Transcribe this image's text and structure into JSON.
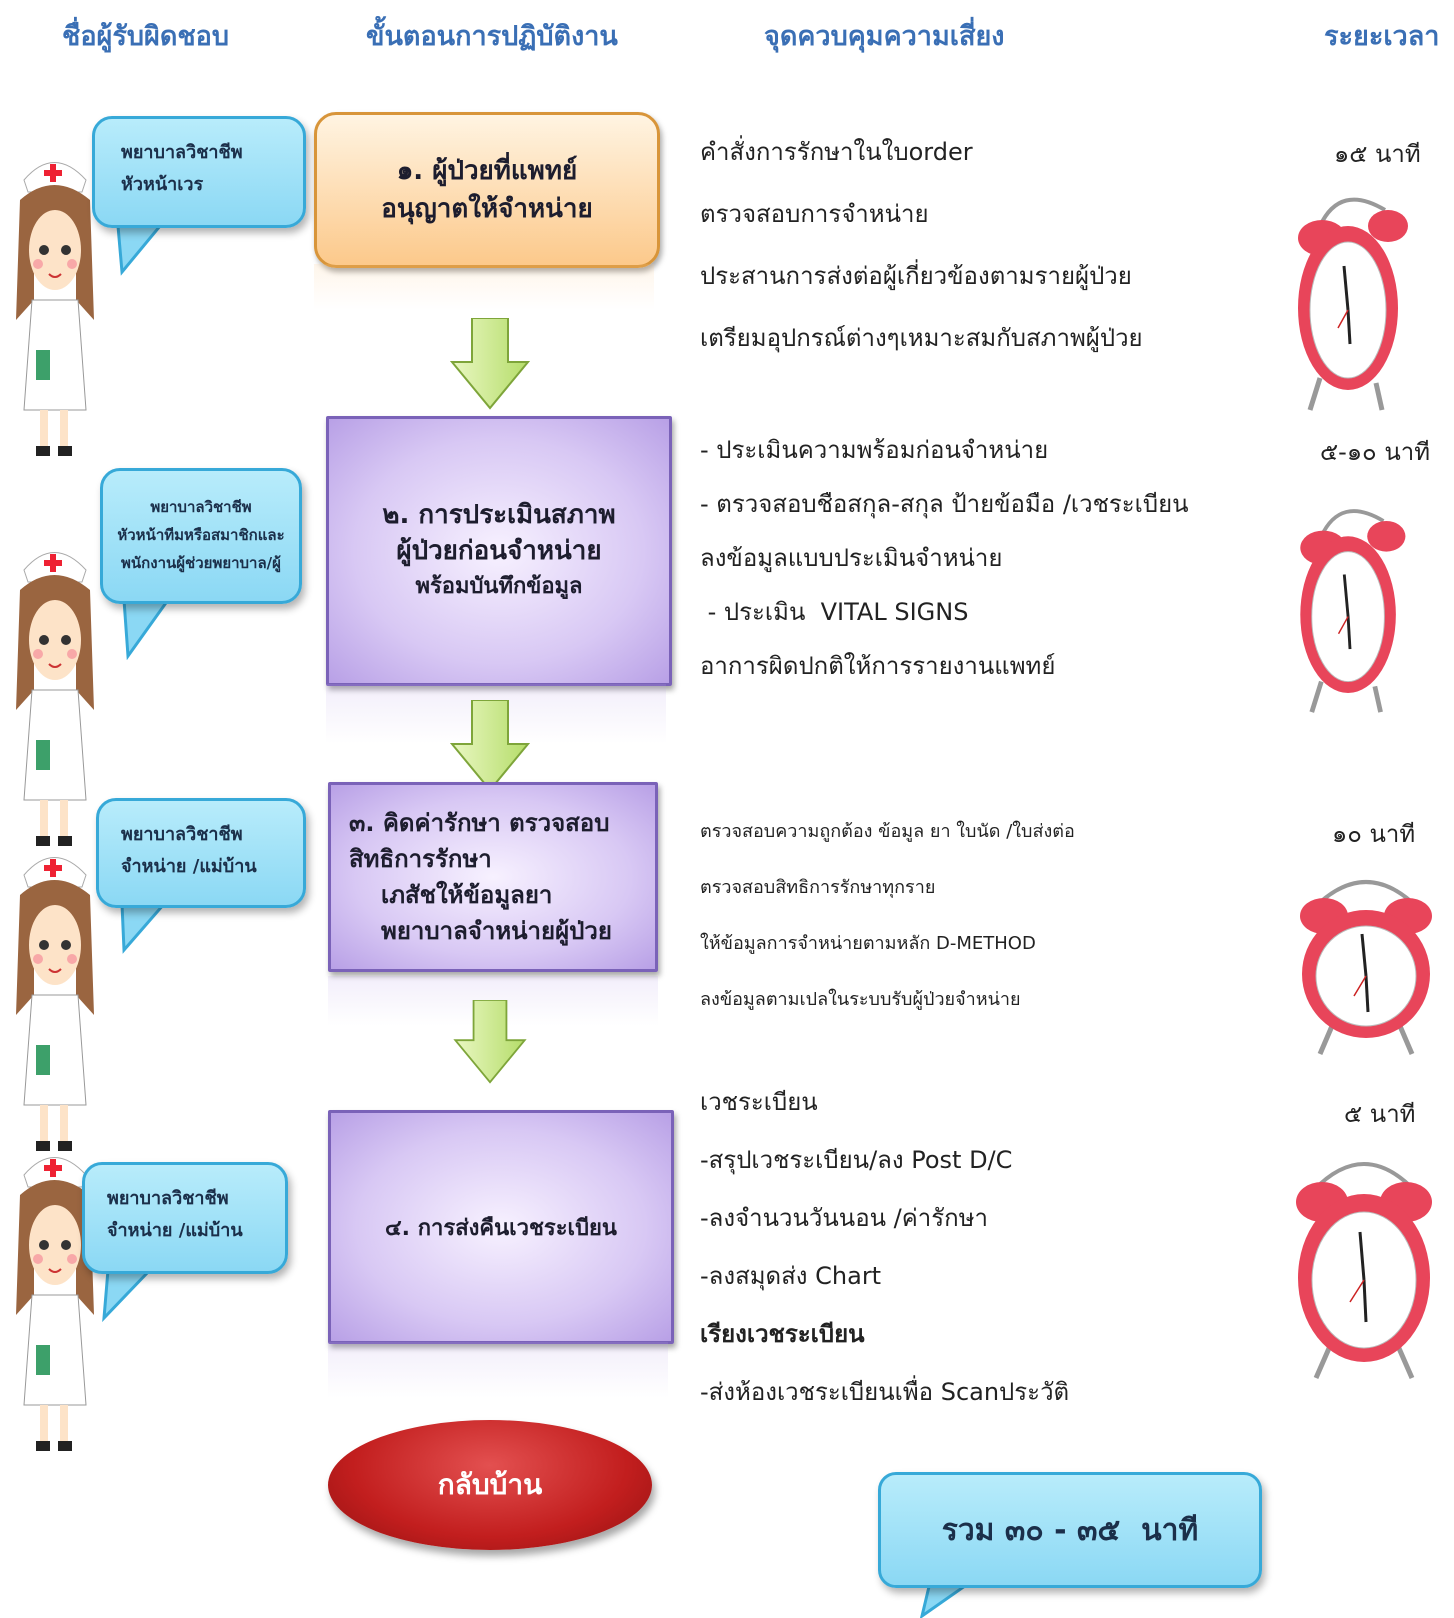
{
  "headers": {
    "responsible": "ชื่อผู้รับผิดชอบ",
    "procedure": "ขั้นตอนการปฏิบัติงาน",
    "risk_control": "จุดควบคุมความเสี่ยง",
    "duration": "ระยะเวลา"
  },
  "responsible": [
    {
      "line1": "พยาบาลวิชาชีพ",
      "line2": "หัวหน้าเวร"
    },
    {
      "line1": "พยาบาลวิชาชีพ",
      "line2": "หัวหน้าทีมหรือสมาชิกและ",
      "line3": "พนักงานผู้ช่วยพยาบาล/ผู้"
    },
    {
      "line1": "พยาบาลวิชาชีพ",
      "line2": "จำหน่าย /แม่บ้าน"
    },
    {
      "line1": "พยาบาลวิชาชีพ",
      "line2": "จำหน่าย /แม่บ้าน"
    }
  ],
  "steps": [
    {
      "line1": "๑. ผู้ป่วยที่แพทย์",
      "line2": "อนุญาตให้จำหน่าย"
    },
    {
      "line1": "๒. การประเมินสภาพ",
      "line2": "ผู้ป่วยก่อนจำหน่าย",
      "line3": "พร้อมบันทึกข้อมูล"
    },
    {
      "line1": "๓. คิดค่ารักษา ตรวจสอบ",
      "line2": "สิทธิการรักษา",
      "line3": "เภสัชให้ข้อมูลยา",
      "line4": "พยาบาลจำหน่ายผู้ป่วย"
    },
    {
      "line1": "๔. การส่งคืนเวชระเบียน"
    }
  ],
  "end_label": "กลับบ้าน",
  "controls": {
    "step1": [
      "คำสั่งการรักษาในใบorder",
      "ตรวจสอบการจำหน่าย",
      "ประสานการส่งต่อผู้เกี่ยวข้องตามรายผู้ป่วย",
      "เตรียมอุปกรณ์ต่างๆเหมาะสมกับสภาพผู้ป่วย"
    ],
    "step2": [
      "- ประเมินความพร้อมก่อนจำหน่าย",
      "- ตรวจสอบชือสกุล-สกุล ป้ายข้อมือ /เวชระเบียน",
      "ลงข้อมูลแบบประเมินจำหน่าย",
      " - ประเมิน  VITAL SIGNS",
      "อาการผิดปกติให้การรายงานแพทย์"
    ],
    "step3": [
      "ตรวจสอบความถูกต้อง ข้อมูล ยา ใบนัด /ใบส่งต่อ",
      "ตรวจสอบสิทธิการรักษาทุกราย",
      "ให้ข้อมูลการจำหน่ายตามหลัก D-METHOD",
      "ลงข้อมูลตามเปลในระบบรับผู้ป่วยจำหน่าย"
    ],
    "step4": [
      "เวชระเบียน",
      "-สรุปเวชระเบียน/ลง Post D/C",
      "-ลงจำนวนวันนอน /ค่ารักษา",
      "-ลงสมุดส่ง Chart",
      "เรียงเวชระเบียน",
      "-ส่งห้องเวชระเบียนเพื่อ Scanประวัติ"
    ]
  },
  "durations": [
    "๑๕ นาที",
    "๕-๑๐ นาที",
    "๑๐ นาที",
    "๕ นาที"
  ],
  "total": "รวม ๓๐ - ๓๕  นาที",
  "colors": {
    "header": "#3a6fb5",
    "bubble": "#8bd8f4",
    "step1": "#fcc98b",
    "steps": "#d8c8f4",
    "end": "#c21e1e",
    "clock": "#e8455a"
  }
}
